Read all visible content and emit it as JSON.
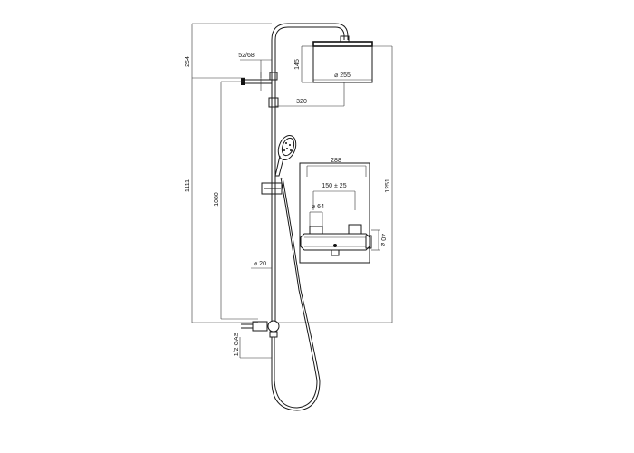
{
  "dimensions": {
    "top_height": "254",
    "arm_offset": "52/68",
    "head_drop": "145",
    "head_diameter": "⌀ 255",
    "arm_length": "320",
    "total_height_left": "1111",
    "bar_height": "1080",
    "total_height_right": "1251",
    "pipe_diameter": "⌀ 20",
    "inlet_thread": "1/2 GAS",
    "mixer_width": "288",
    "mixer_centers": "150 ± 25",
    "mixer_body_diameter": "⌀ 64",
    "mixer_depth": "40 ⌀"
  },
  "colors": {
    "line": "#1a1a1a",
    "background": "#ffffff"
  }
}
